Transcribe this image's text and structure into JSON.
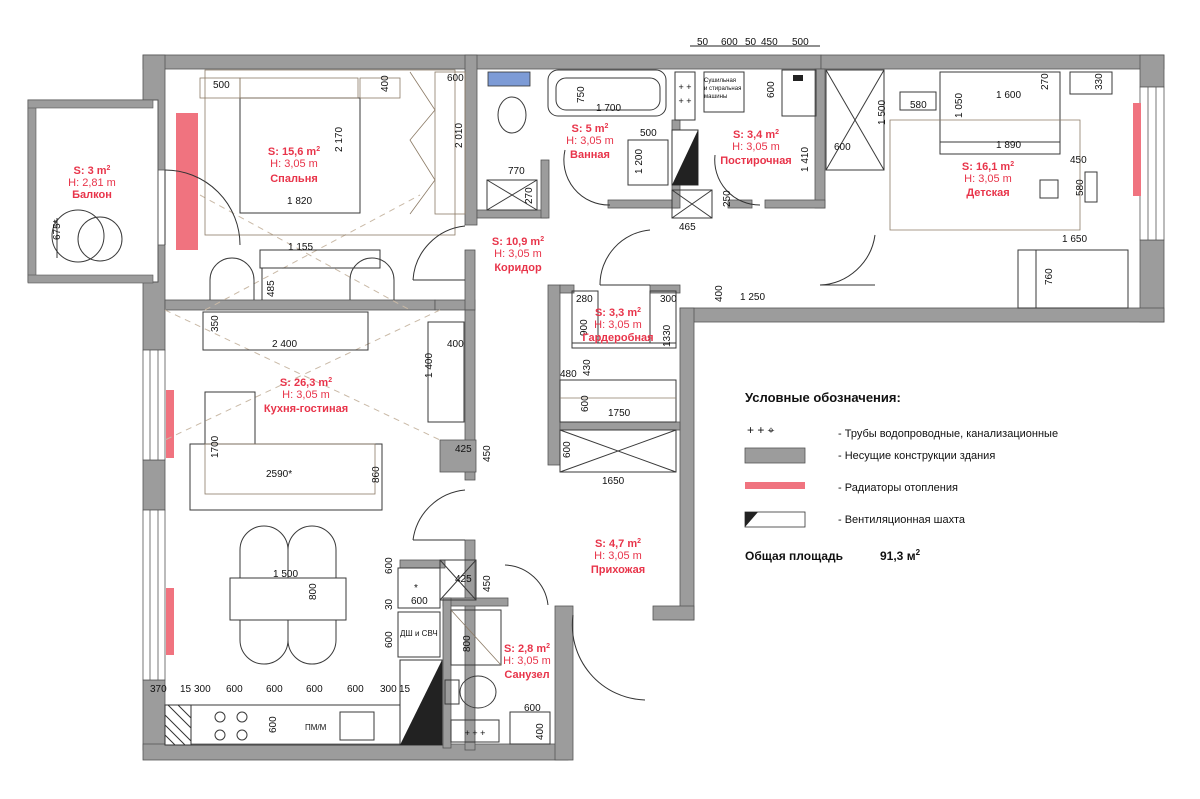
{
  "colors": {
    "wall": "#9c9c9c",
    "wall_stroke": "#555555",
    "radiator": "#f0737f",
    "room_label": "#e8344a",
    "line": "#222222"
  },
  "rooms": [
    {
      "id": "balcony",
      "area": "S: 3 m",
      "height": "H: 2,81 m",
      "name": "Балкон"
    },
    {
      "id": "bedroom",
      "area": "S: 15,6 m",
      "height": "H: 3,05 m",
      "name": "Спальня"
    },
    {
      "id": "bathroom",
      "area": "S: 5 m",
      "height": "H: 3,05 m",
      "name": "Ванная"
    },
    {
      "id": "laundry",
      "area": "S: 3,4 m",
      "height": "H: 3,05 m",
      "name": "Постирочная"
    },
    {
      "id": "kids",
      "area": "S: 16,1 m",
      "height": "H: 3,05 m",
      "name": "Детская"
    },
    {
      "id": "corridor",
      "area": "S: 10,9 m",
      "height": "H: 3,05 m",
      "name": "Коридор"
    },
    {
      "id": "wardrobe",
      "area": "S: 3,3 m",
      "height": "H: 3,05 m",
      "name": "Гардеробная"
    },
    {
      "id": "kitchen",
      "area": "S: 26,3 m",
      "height": "H: 3,05 m",
      "name": "Кухня-гостиная"
    },
    {
      "id": "hall",
      "area": "S: 4,7 m",
      "height": "H: 3,05 m",
      "name": "Прихожая"
    },
    {
      "id": "wc",
      "area": "S: 2,8 m",
      "height": "H: 3,05 m",
      "name": "Санузел"
    }
  ],
  "area_unit_sup": "2",
  "dimensions": {
    "top": [
      "50",
      "600",
      "50",
      "450",
      "500"
    ],
    "bal_675": "675*",
    "bed_500": "500",
    "bed_400": "400",
    "bed_2170": "2 170",
    "bed_1820": "1 820",
    "bed_600": "600",
    "bed_2010": "2 010",
    "bed_1155": "1 155",
    "bed_485": "485",
    "bath_750": "750",
    "bath_1700": "1 700",
    "bath_770": "770",
    "bath_270": "270",
    "bath_500": "500",
    "bath_1200": "1 200",
    "laundry_600": "600",
    "laundry_1410": "1 410",
    "laundry_250": "250",
    "laundry_465": "465",
    "laundry_machine": "Сушильная\nи стиральная\nмашины",
    "kids_580": "580",
    "kids_1050": "1 050",
    "kids_1600": "1 600",
    "kids_270": "270",
    "kids_330": "330",
    "kids_1500": "1 500",
    "kids_600": "600",
    "kids_1890": "1 890",
    "kids_450": "450",
    "kids_580b": "580",
    "kids_1650": "1 650",
    "kids_760": "760",
    "cor_400": "400",
    "cor_1250": "1 250",
    "ward_280": "280",
    "ward_300": "300",
    "ward_900": "900",
    "ward_1330": "1330",
    "ward_480": "480",
    "ward_430": "430",
    "ward_600": "600",
    "ward_1750": "1750",
    "ward_600b": "600",
    "ward_1650": "1650",
    "kit_350": "350",
    "kit_2400": "2 400",
    "kit_400": "400",
    "kit_1400": "1 400",
    "kit_1700": "1700",
    "kit_2590": "2590*",
    "kit_860": "860",
    "kit_425": "425",
    "kit_450": "450",
    "kit_1500": "1 500",
    "kit_800": "800",
    "kit_bottom": [
      "370",
      "15",
      "300",
      "600",
      "600",
      "600",
      "600",
      "300",
      "15"
    ],
    "kit_600v": "600",
    "kit_pmm": "ПМ/М",
    "hall_600a": "600",
    "hall_30": "30",
    "hall_600b": "600",
    "hall_600c": "600",
    "hall_dsh": "ДШ и СВЧ",
    "hall_425": "425",
    "hall_450": "450",
    "wc_800": "800",
    "wc_600": "600",
    "wc_400": "400"
  },
  "legend": {
    "title": "Условные обозначения:",
    "items": [
      {
        "symbol": "pipes",
        "text": "- Трубы водопроводные, канализационные"
      },
      {
        "symbol": "walls",
        "text": "- Несущие конструкции здания"
      },
      {
        "symbol": "radiators",
        "text": "- Радиаторы отопления"
      },
      {
        "symbol": "vent",
        "text": "- Вентиляционная шахта"
      }
    ],
    "total_label": "Общая площадь",
    "total_value": "91,3 м",
    "total_sup": "2"
  }
}
